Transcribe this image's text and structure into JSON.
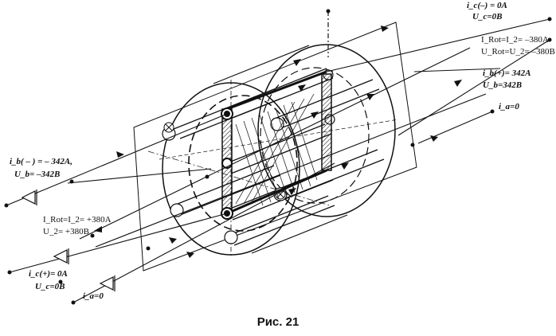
{
  "labels": {
    "ic_minus": "i_c(–) = 0A",
    "uc_minus": "U_c=0B",
    "irot_right": "I_Rot=I_2= –380A",
    "urot_right": "U_Rot=U_2= –380B",
    "ib_plus": "i_b(+)= 342A",
    "ub_plus": "U_b=342B",
    "ia_right": "i_a=0",
    "ib_minus": "i_b( – ) = – 342A,",
    "ub_minus": "U_b= –342B",
    "irot_left": "I_Rot=I_2= +380A",
    "u2_left": "U_2= +380B",
    "ic_plus": "i_c(+)= 0A",
    "uc_plus": "U_c=0B",
    "ia_left": "i_a=0"
  },
  "caption": "Рис. 21"
}
